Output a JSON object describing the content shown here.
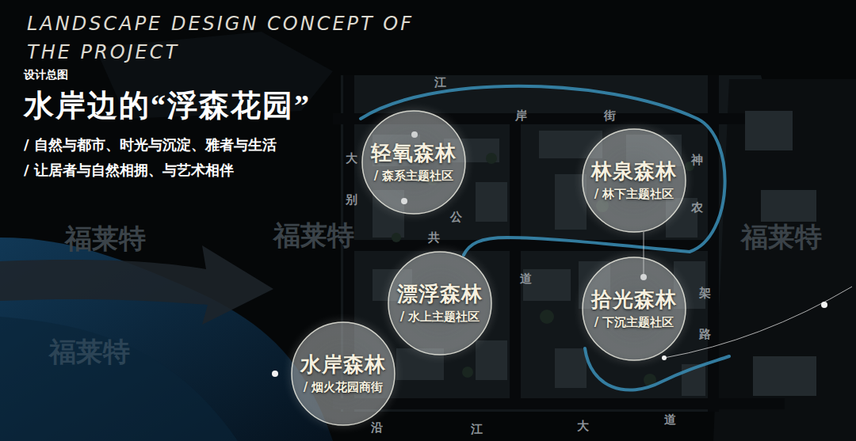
{
  "diagram": {
    "title": "水岸边的“浮森花园”",
    "nodes": [
      {
        "text": [
          "轻氧森林",
          "/ 森系主题社区"
        ]
      },
      {
        "text": [
          "林泉森林",
          "/ 林下主题社区"
        ]
      },
      {
        "text": [
          "漂浮森林",
          "/ 水上主题社区"
        ]
      },
      {
        "text": [
          "拾光森林",
          "/ 下沉主题社区"
        ]
      },
      {
        "text": [
          "水岸森林",
          "/ 烟火花园商街"
        ]
      }
    ],
    "labels": [
      "LANDSCAPE DESIGN CONCEPT OF THE PROJECT",
      "设计总图",
      "/ 自然与都市、时光与沉淀、雅者与生活",
      "/ 让居者与自然相拥、与艺术相伴",
      "福莱特",
      "福莱特",
      "福莱特",
      "福莱特",
      "江",
      "岸",
      "街",
      "神",
      "农",
      "架",
      "路",
      "沿",
      "江",
      "大",
      "道",
      "大",
      "别",
      "公",
      "共",
      "道"
    ]
  }
}
